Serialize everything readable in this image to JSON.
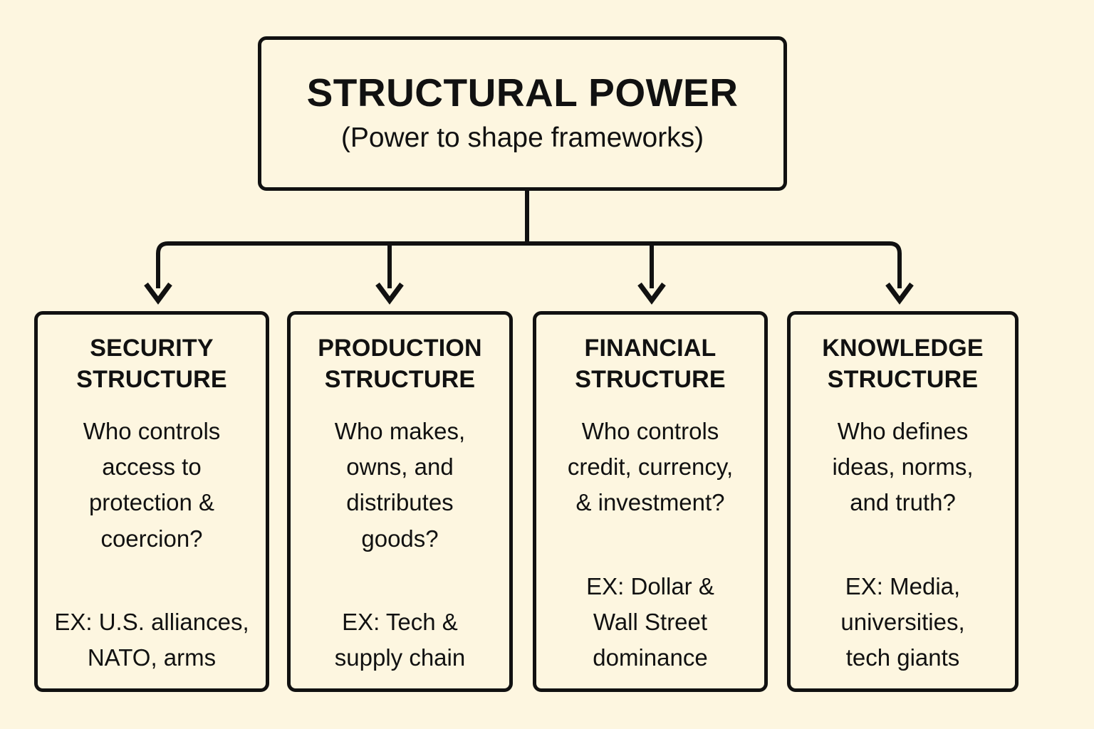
{
  "colors": {
    "background": "#FDF6E0",
    "stroke": "#111111",
    "text": "#111111"
  },
  "root": {
    "title": "STRUCTURAL POWER",
    "subtitle": "(Power to shape frameworks)"
  },
  "connectors": {
    "arrow_icon": "arrow-down-icon",
    "count": 4
  },
  "children": [
    {
      "title": "SECURITY\nSTRUCTURE",
      "question": "Who controls\naccess to\nprotection &\ncoercion?",
      "example": "EX: U.S. alliances,\nNATO, arms"
    },
    {
      "title": "PRODUCTION\nSTRUCTURE",
      "question": "Who makes,\nowns, and\ndistributes\ngoods?",
      "example": "EX: Tech &\nsupply chain"
    },
    {
      "title": "FINANCIAL\nSTRUCTURE",
      "question": "Who controls\ncredit, currency,\n& investment?",
      "example": "EX: Dollar &\nWall Street\ndominance"
    },
    {
      "title": "KNOWLEDGE\nSTRUCTURE",
      "question": "Who defines\nideas, norms,\nand truth?",
      "example": "EX: Media,\nuniversities,\ntech giants"
    }
  ]
}
